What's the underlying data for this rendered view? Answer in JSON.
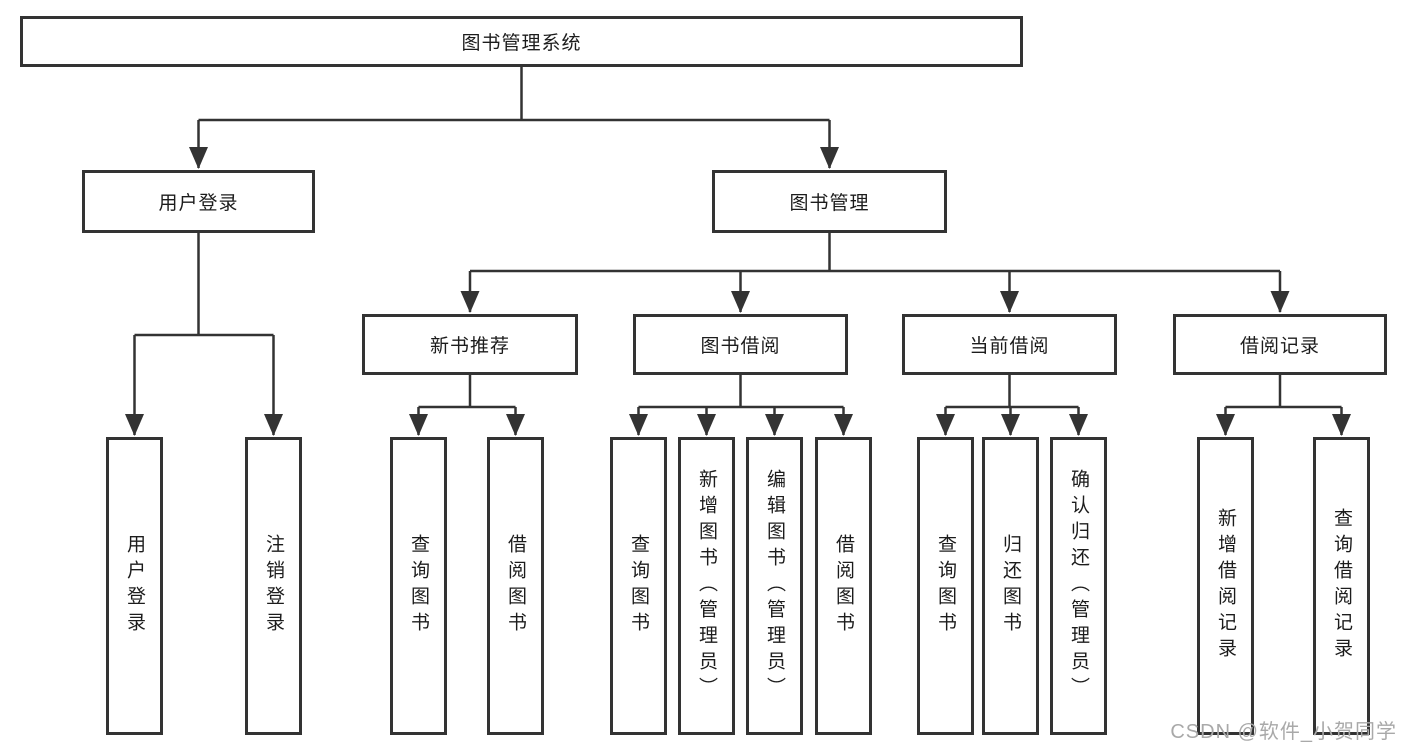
{
  "tree": {
    "root": "图书管理系统",
    "user_login": "用户登录",
    "user_login_children": {
      "login": "用户登录",
      "logout": "注销登录"
    },
    "book_mgmt": "图书管理",
    "new_book_rec": "新书推荐",
    "new_book_rec_children": {
      "query": "查询图书",
      "borrow": "借阅图书"
    },
    "book_borrow": "图书借阅",
    "book_borrow_children": {
      "query": "查询图书",
      "add": "新增图书（管理员）",
      "edit": "编辑图书（管理员）",
      "borrow": "借阅图书"
    },
    "current_borrow": "当前借阅",
    "current_borrow_children": {
      "query": "查询图书",
      "return": "归还图书",
      "confirm": "确认归还（管理员）"
    },
    "borrow_record": "借阅记录",
    "borrow_record_children": {
      "add": "新增借阅记录",
      "query": "查询借阅记录"
    }
  },
  "watermark": "CSDN @软件_小贺同学",
  "colors": {
    "line": "#333333",
    "box_border": "#333333",
    "text": "#1c1c1c",
    "watermark": "#a9a9a9",
    "background": "#ffffff"
  }
}
